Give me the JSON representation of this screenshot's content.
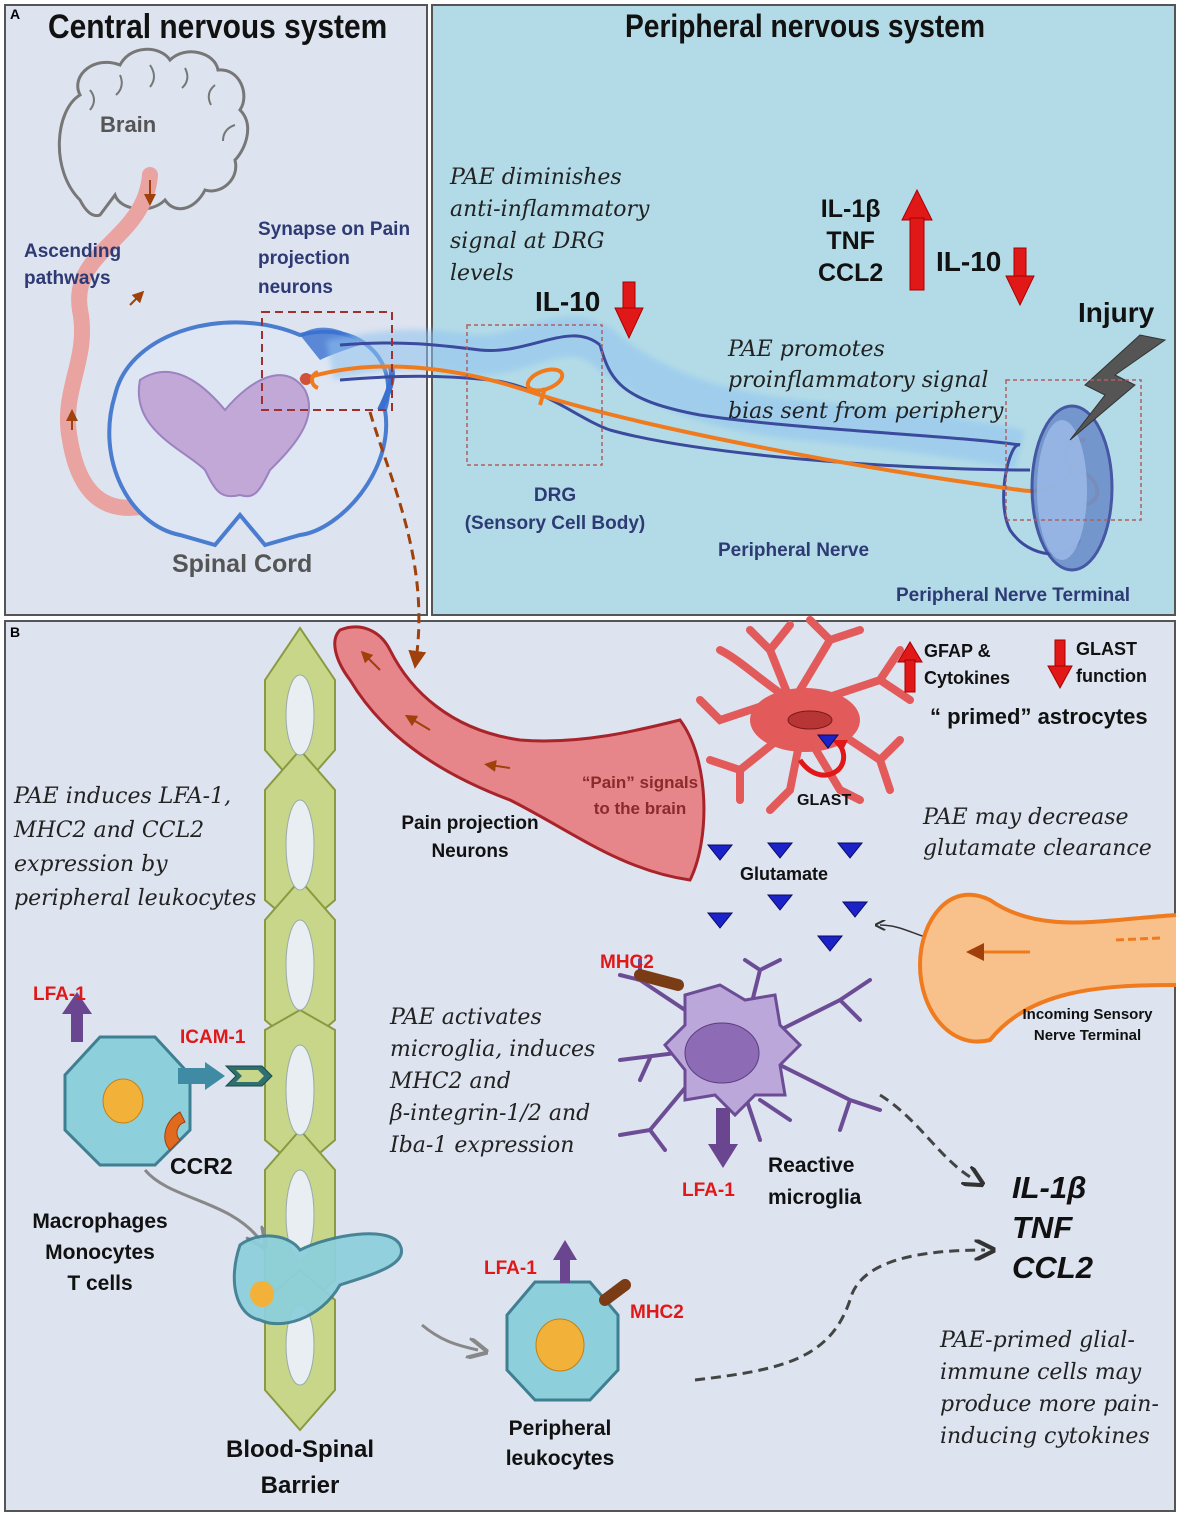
{
  "panel_a": {
    "label": "A",
    "cns_title": "Central nervous system",
    "pns_title": "Peripheral nervous system",
    "brain": "Brain",
    "ascending": "Ascending\npathways",
    "synapse": "Synapse on Pain\nprojection\nneurons",
    "spinal_cord": "Spinal Cord",
    "pae_dim": "PAE diminishes\nanti-inflammatory\nsignal at DRG\nlevels",
    "il10_drg": "IL-10",
    "cytokines_up": "IL-1β\nTNF\nCCL2",
    "il10_periph": "IL-10",
    "injury": "Injury",
    "pae_promotes": "PAE promotes\nproinflammatory signal\nbias sent from periphery",
    "drg": "DRG\n(Sensory Cell Body)",
    "peripheral_nerve": "Peripheral Nerve",
    "nerve_terminal": "Peripheral Nerve Terminal"
  },
  "panel_b": {
    "label": "B",
    "gfap": "GFAP &\nCytokines",
    "glast_function": "GLAST\nfunction",
    "primed": "“ primed” astrocytes",
    "pain_signals": "“Pain” signals\nto the brain",
    "glast": "GLAST",
    "pain_neurons": "Pain projection\nNeurons",
    "pae_lfa": "PAE induces LFA-1,\nMHC2 and CCL2\nexpression by\nperipheral leukocytes",
    "pae_glutamate": "PAE may decrease\nglutamate clearance",
    "glutamate": "Glutamate",
    "mhc2_microglia": "MHC2",
    "lfa1_left": "LFA-1",
    "icam": "ICAM-1",
    "pae_microglia": "PAE activates\nmicroglia, induces\nMHC2 and\nβ-integrin-1/2 and\nIba-1 expression",
    "incoming": "Incoming Sensory\nNerve Terminal",
    "ccr2": "CCR2",
    "lfa1_microglia": "LFA-1",
    "reactive": "Reactive\nmicroglia",
    "cells_list": "Macrophages\nMonocytes\nT cells",
    "cytokines_out": "IL-1β\nTNF\nCCL2",
    "lfa1_leuko": "LFA-1",
    "mhc2_leuko": "MHC2",
    "pae_primed": "PAE-primed glial-\nimmune cells may\nproduce more pain-\ninducing cytokines",
    "bsb": "Blood-Spinal\nBarrier",
    "leukocytes": "Peripheral\nleukocytes"
  },
  "colors": {
    "arrow_red": "#e01818",
    "nerve_orange": "#f07b1e",
    "astrocyte": "#e35a5a",
    "microglia": "#a48cc4",
    "leukocyte": "#8dcfdb",
    "barrier": "#c8d68a",
    "glutamate": "#1a22c8"
  }
}
